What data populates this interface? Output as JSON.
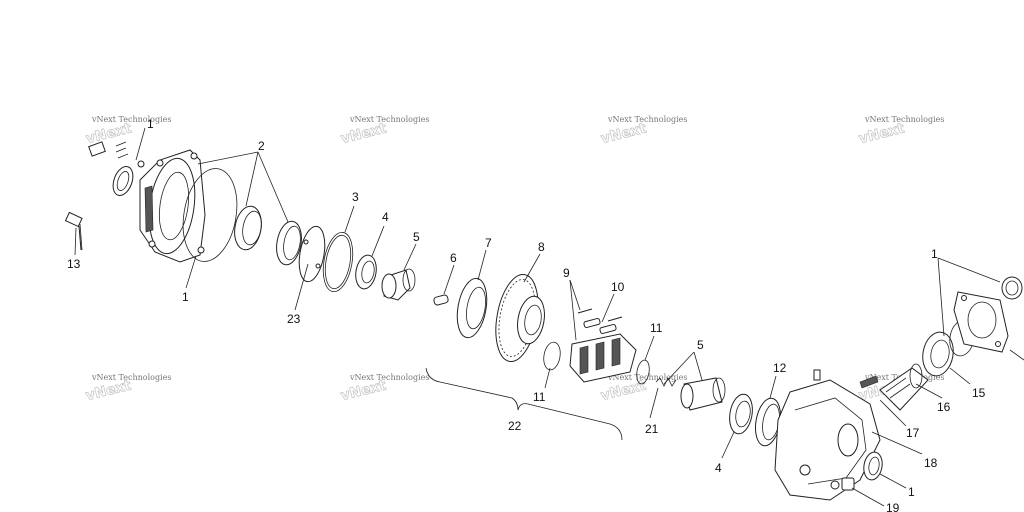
{
  "watermark": {
    "text": "vNext Technologies"
  },
  "callouts": {
    "c1_top": "1",
    "c2": "2",
    "c1_left": "1",
    "c13": "13",
    "c23": "23",
    "c3": "3",
    "c4_top": "4",
    "c5_top": "5",
    "c6": "6",
    "c7": "7",
    "c8": "8",
    "c9": "9",
    "c10": "10",
    "c11_a": "11",
    "c11_b": "11",
    "c22": "22",
    "c21": "21",
    "c5_mid": "5",
    "c4_bot": "4",
    "c12": "12",
    "c1_right": "1",
    "c15": "15",
    "c16": "16",
    "c17": "17",
    "c18": "18",
    "c1_bot": "1",
    "c19": "19"
  }
}
